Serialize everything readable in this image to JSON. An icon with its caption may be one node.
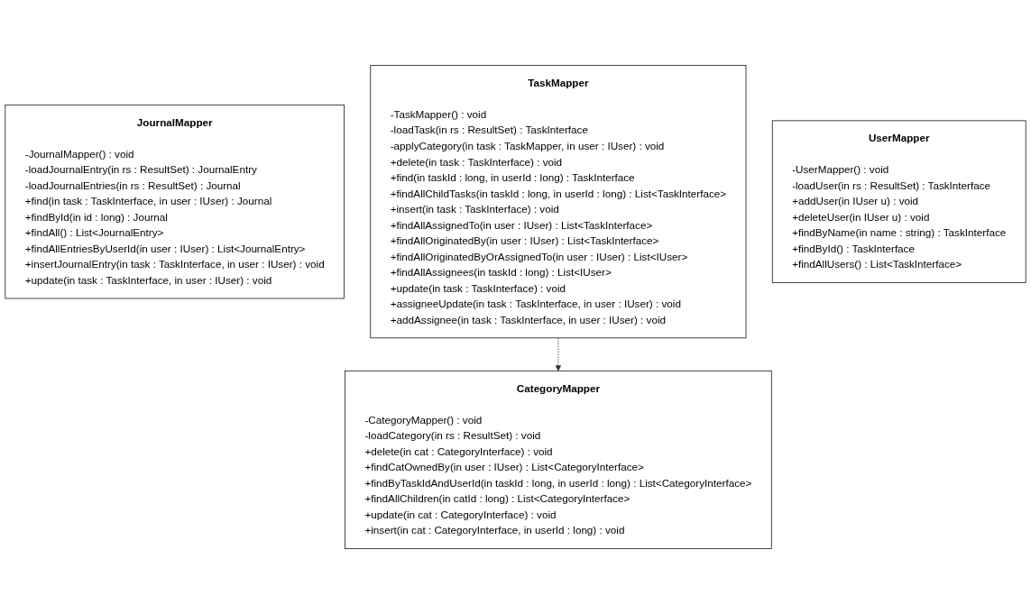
{
  "diagram": {
    "nodes": [
      {
        "text": [
          "JournalMapper",
          "-JournalMapper() : void",
          "-loadJournalEntry(in rs : ResultSet) : JournalEntry",
          "-loadJournalEntries(in rs : ResultSet) : Journal",
          "+find(in task : TaskInterface, in user : IUser) : Journal",
          "+findById(in id : long) : Journal",
          "+findAll() : List<JournalEntry>",
          "+findAllEntriesByUserId(in user : IUser) : List<JournalEntry>",
          "+insertJournalEntry(in task : TaskInterface, in user : IUser) : void",
          "+update(in task : TaskInterface, in user : IUser) : void"
        ]
      },
      {
        "text": [
          "TaskMapper",
          "-TaskMapper() : void",
          "-loadTask(in rs : ResultSet) : TaskInterface",
          "-applyCategory(in task : TaskMapper, in user : IUser) : void",
          "+delete(in task : TaskInterface) : void",
          "+find(in taskId : long, in userId : long) : TaskInterface",
          "+findAllChildTasks(in taskId : long, in userId : long) : List<TaskInterface>",
          "+insert(in task : TaskInterface) : void",
          "+findAllAssignedTo(in user : IUser) : List<TaskInterface>",
          "+findAllOriginatedBy(in user : IUser) : List<TaskInterface>",
          "+findAllOriginatedByOrAssignedTo(in user : IUser) : List<IUser>",
          "+findAllAssignees(in taskId : long) : List<IUser>",
          "+update(in task : TaskInterface) : void",
          "+assigneeUpdate(in task : TaskInterface, in user : IUser) : void",
          "+addAssignee(in task : TaskInterface, in user : IUser) : void"
        ]
      },
      {
        "text": [
          "CategoryMapper",
          "-CategoryMapper() : void",
          "-loadCategory(in rs : ResultSet) : void",
          "+delete(in cat : CategoryInterface) : void",
          "+findCatOwnedBy(in user : IUser) : List<CategoryInterface>",
          "+findByTaskIdAndUserId(in taskId : long, in userId : long) : List<CategoryInterface>",
          "+findAllChildren(in catId : long) : List<CategoryInterface>",
          "+update(in cat : CategoryInterface) : void",
          "+insert(in cat : CategoryInterface, in userId : long) : void"
        ]
      },
      {
        "text": [
          "UserMapper",
          "-UserMapper() : void",
          "-loadUser(in rs : ResultSet) : TaskInterface",
          "+addUser(in IUser u) : void",
          "+deleteUser(in IUser u) : void",
          "+findByName(in name : string) : TaskInterface",
          "+findById() : TaskInterface",
          "+findAllUsers() : List<TaskInterface>"
        ]
      }
    ],
    "edges": [
      {
        "from": 1,
        "to": 2,
        "arrow": "to",
        "style": "dashed"
      }
    ]
  }
}
